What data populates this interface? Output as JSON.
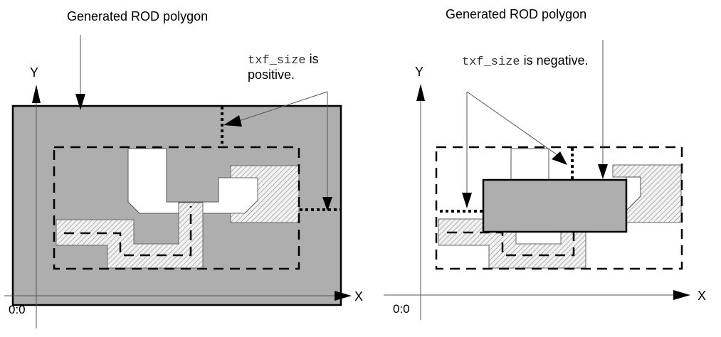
{
  "left_panel": {
    "title": "Generated ROD polygon",
    "annotation_mono": "txf_size",
    "annotation_line1_rest": " is",
    "annotation_line2": "positive.",
    "y_axis_label": "Y",
    "x_axis_label": "X",
    "origin_label": "0:0"
  },
  "right_panel": {
    "title": "Generated ROD polygon",
    "annotation_mono": "txf_size",
    "annotation_rest": " is negative.",
    "y_axis_label": "Y",
    "x_axis_label": "X",
    "origin_label": "0:0"
  },
  "colors": {
    "rod_fill": "#aeaeae",
    "hatch_fill": "#e6e6e6",
    "outline": "#000000"
  }
}
